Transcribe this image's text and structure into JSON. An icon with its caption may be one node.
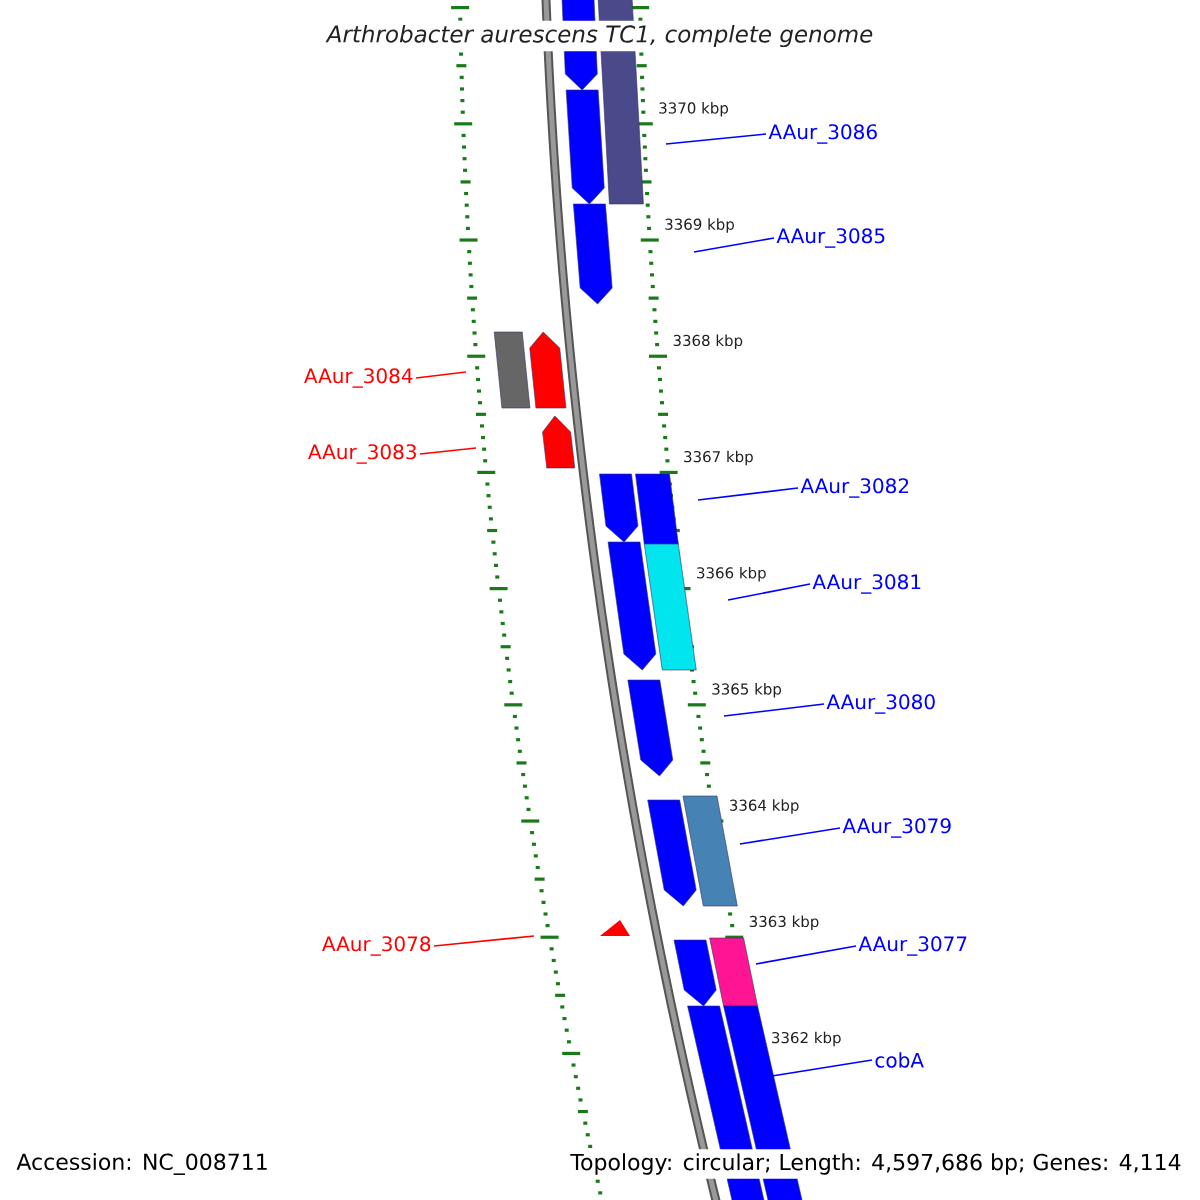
{
  "diagram": {
    "title": "*Arthrobacter aurescens* TC1, complete genome",
    "nodes": [
      {
        "text": [
          "AAur_3086"
        ]
      },
      {
        "text": [
          "AAur_3085"
        ]
      },
      {
        "text": [
          "AAur_3084"
        ]
      },
      {
        "text": [
          "AAur_3083"
        ]
      },
      {
        "text": [
          "AAur_3082"
        ]
      },
      {
        "text": [
          "AAur_3081"
        ]
      },
      {
        "text": [
          "AAur_3080"
        ]
      },
      {
        "text": [
          "AAur_3079"
        ]
      },
      {
        "text": [
          "AAur_3078"
        ]
      },
      {
        "text": [
          "AAur_3077"
        ]
      },
      {
        "text": [
          "cobA"
        ]
      }
    ],
    "edges": [
      {
        "from": 0,
        "to": null,
        "arrow": "none"
      },
      {
        "from": 1,
        "to": null,
        "arrow": "none"
      },
      {
        "from": 2,
        "to": null,
        "arrow": "none",
        "color": "#ff0000"
      },
      {
        "from": 3,
        "to": null,
        "arrow": "none",
        "color": "#ff0000"
      },
      {
        "from": 4,
        "to": null,
        "arrow": "none"
      },
      {
        "from": 5,
        "to": null,
        "arrow": "none"
      },
      {
        "from": 6,
        "to": null,
        "arrow": "none"
      },
      {
        "from": 7,
        "to": null,
        "arrow": "none"
      },
      {
        "from": 8,
        "to": null,
        "arrow": "none",
        "color": "#ff0000"
      },
      {
        "from": 9,
        "to": null,
        "arrow": "none"
      },
      {
        "from": 10,
        "to": null,
        "arrow": "none"
      }
    ],
    "labels": [
      "3370 kbp",
      "3369 kbp",
      "3368 kbp",
      "3367 kbp",
      "3366 kbp",
      "3365 kbp",
      "3364 kbp",
      "3363 kbp",
      "3362 kbp",
      "Accession: NC_008711",
      "Topology: circular; Length: 4,597,686 bp; Genes: 4,114"
    ]
  }
}
